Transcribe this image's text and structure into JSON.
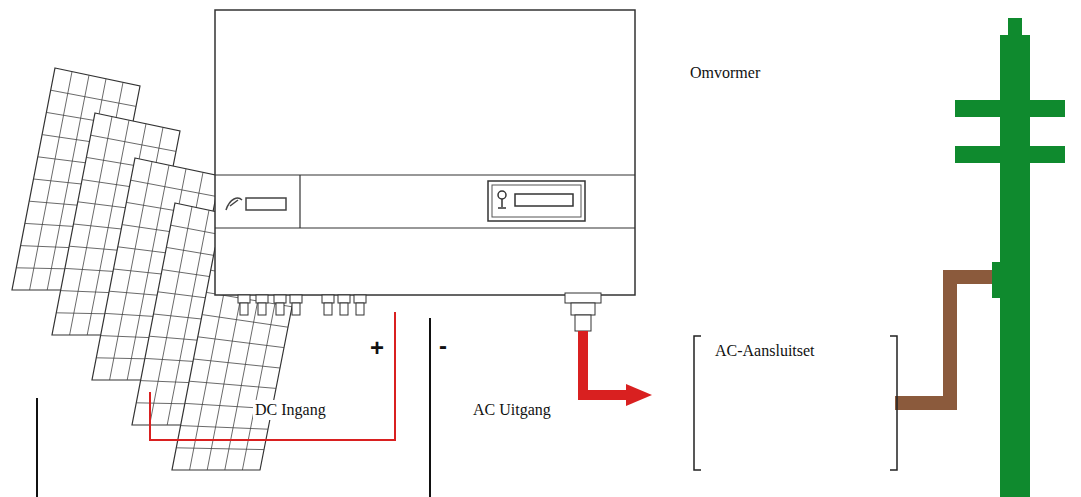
{
  "diagram": {
    "nodes": [
      {
        "text": [
          "AC-Aansluitset"
        ]
      }
    ],
    "labels": [
      "Omvormer",
      "+",
      "-",
      "DC Ingang",
      "AC Uitgang"
    ]
  }
}
